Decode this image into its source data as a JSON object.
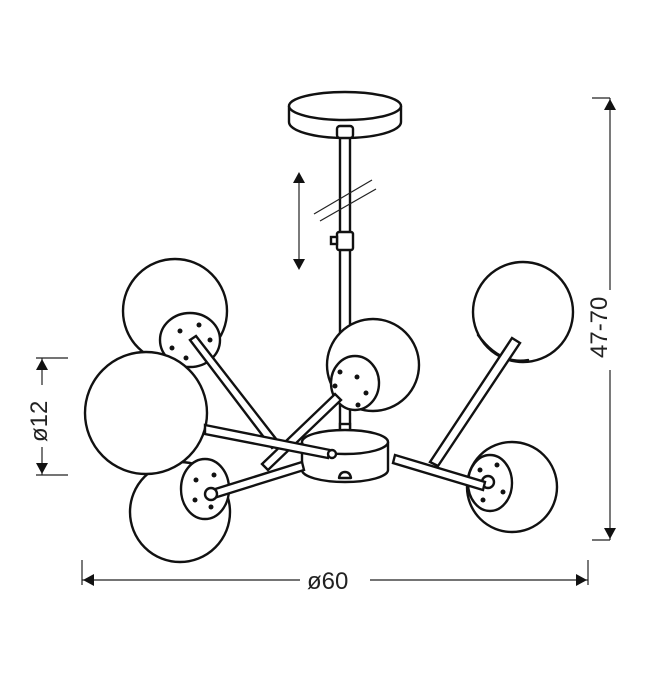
{
  "diagram": {
    "subject": "chandelier",
    "dimensions": {
      "height": "47-70",
      "globe_diameter": "ø12",
      "overall_diameter": "ø60"
    },
    "line_color": "#111111",
    "background": "#ffffff"
  }
}
